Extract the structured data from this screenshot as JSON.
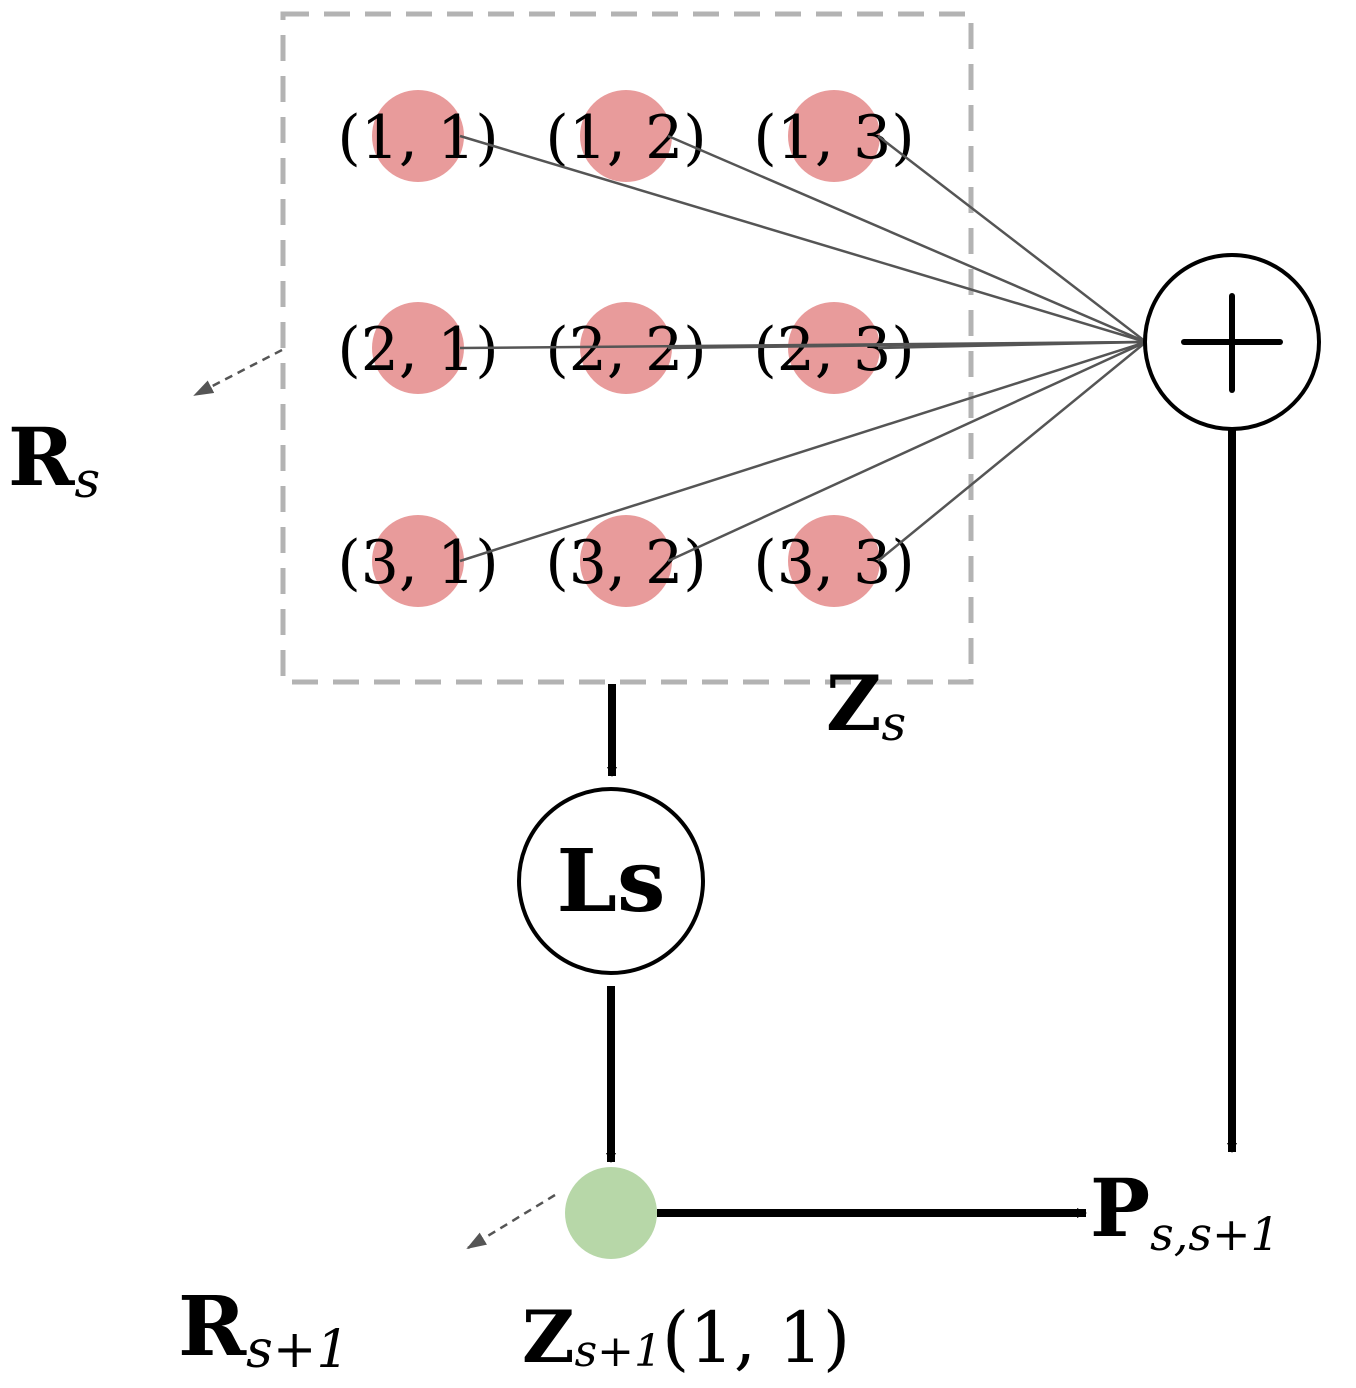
{
  "diagram": {
    "grid_cells": [
      {
        "label": "(1, 1)"
      },
      {
        "label": "(1, 2)"
      },
      {
        "label": "(1, 3)"
      },
      {
        "label": "(2, 1)"
      },
      {
        "label": "(2, 2)"
      },
      {
        "label": "(2, 3)"
      },
      {
        "label": "(3, 1)"
      },
      {
        "label": "(3, 2)"
      },
      {
        "label": "(3, 3)"
      }
    ],
    "grid_label": {
      "main": "Z",
      "sub": "s"
    },
    "left_top_label": {
      "main": "R",
      "sub": "s"
    },
    "sum_node": {
      "symbol": "+"
    },
    "ls_node": {
      "label": "Ls"
    },
    "output_label": {
      "main": "P",
      "sub": "s,s+1"
    },
    "left_bottom_label": {
      "main": "R",
      "sub": "s+1"
    },
    "green_node_label": {
      "main": "Z",
      "sub": "s+1",
      "suffix": "(1, 1)"
    },
    "colors": {
      "cell_fill": "#e89b9b",
      "green_fill": "#b7d7a8",
      "dashed_box": "#b3b3b3",
      "connector": "#555555",
      "arrow": "#000000"
    }
  }
}
